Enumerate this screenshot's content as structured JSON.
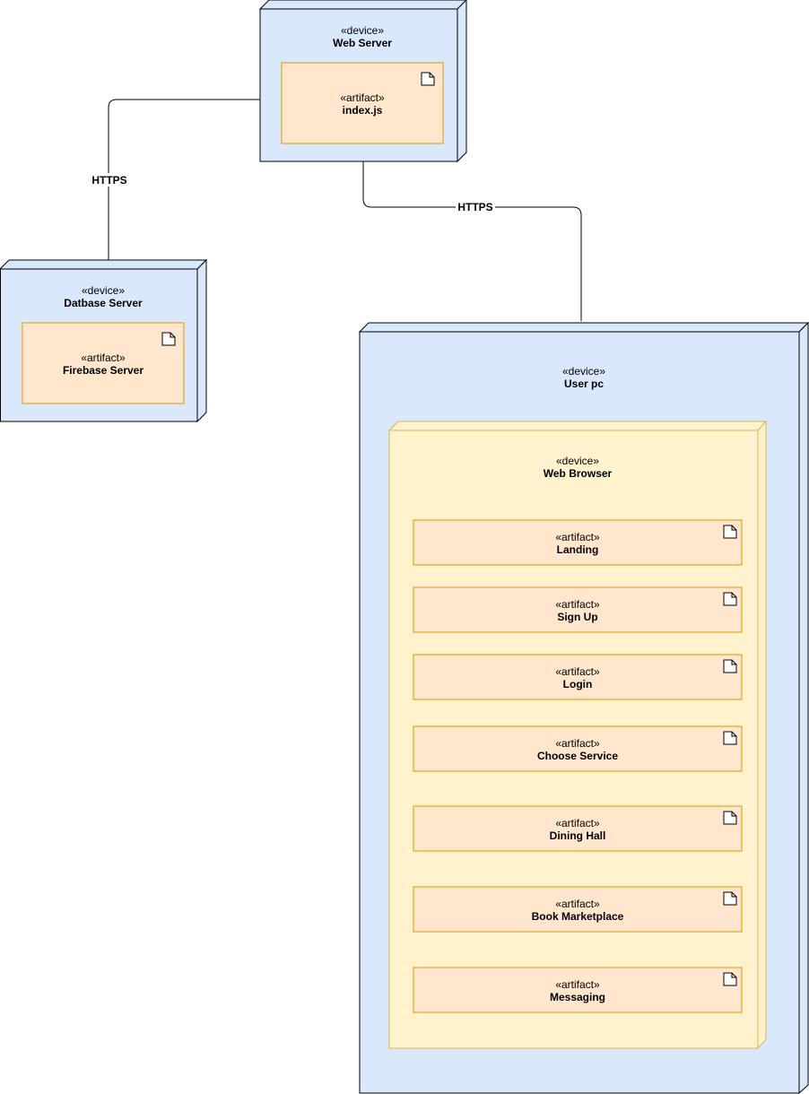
{
  "colors": {
    "device_fill": "#dae8fc",
    "device_stroke": "#000000",
    "browser_fill": "#fff2cc",
    "browser_stroke": "#d6b656",
    "artifact_fill": "#ffe6cc",
    "artifact_stroke": "#d79b00",
    "line": "#000000"
  },
  "devices": {
    "web_server": {
      "stereotype": "«device»",
      "name": "Web Server"
    },
    "database_server": {
      "stereotype": "«device»",
      "name": "Datbase Server"
    },
    "user_pc": {
      "stereotype": "«device»",
      "name": "User pc"
    },
    "web_browser": {
      "stereotype": "«device»",
      "name": "Web Browser"
    }
  },
  "artifacts": {
    "index_js": {
      "stereotype": "«artifact»",
      "name": "index.js"
    },
    "firebase_server": {
      "stereotype": "«artifact»",
      "name": "Firebase Server"
    },
    "browser_items": [
      {
        "stereotype": "«artifact»",
        "name": "Landing"
      },
      {
        "stereotype": "«artifact»",
        "name": "Sign Up"
      },
      {
        "stereotype": "«artifact»",
        "name": "Login"
      },
      {
        "stereotype": "«artifact»",
        "name": "Choose Service"
      },
      {
        "stereotype": "«artifact»",
        "name": "Dining Hall"
      },
      {
        "stereotype": "«artifact»",
        "name": "Book Marketplace"
      },
      {
        "stereotype": "«artifact»",
        "name": "Messaging"
      }
    ]
  },
  "connections": {
    "web_to_db": {
      "label": "HTTPS"
    },
    "web_to_user": {
      "label": "HTTPS"
    }
  }
}
